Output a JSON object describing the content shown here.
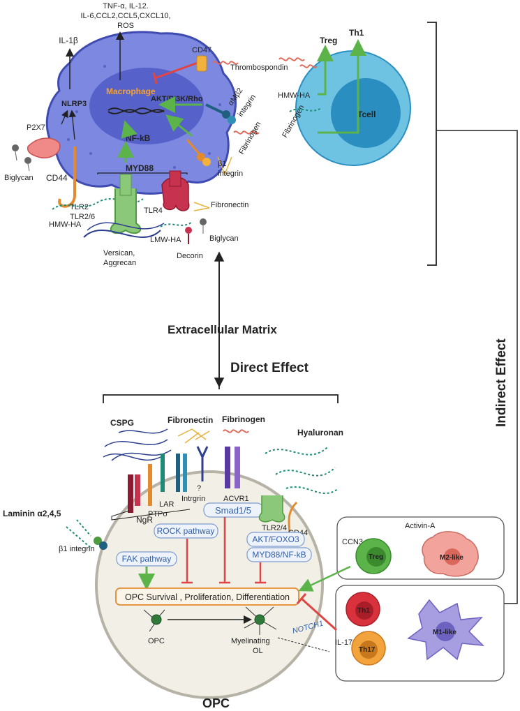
{
  "top": {
    "cytokines": [
      "TNF-α, IL-12.",
      "IL-6,CCL2,CCL5,CXCL10,",
      "ROS"
    ],
    "il1b": "IL-1β",
    "macrophage": "Macrophage",
    "nlrp3": "NLRP3",
    "akt": "AKT/PI3K/Rho",
    "nfkb": "NF-kB",
    "myd88": "MYD88",
    "p2x7": "P2X7",
    "biglycan_left": "Biglycan",
    "cd44": "CD44",
    "tlr2": "TLR2",
    "tlr26": "TLR2/6",
    "hmwha_left": "HMW-HA",
    "versican": [
      "Versican,",
      "Aggrecan"
    ],
    "tlr4": "TLR4",
    "lmwha": "LMW-HA",
    "decorin": "Decorin",
    "biglycan_right": "Biglycan",
    "fibronectin": "Fibronectin",
    "b1_integrin": [
      "β1",
      "integrin"
    ],
    "amb2_integrin": [
      "αMβ2",
      "integrin"
    ],
    "fibrinogen": "Fibrinogen",
    "cd47": "CD47",
    "thrombospondin": "Thrombospondin",
    "hmwha_right": "HMW-HA",
    "treg": "Treg",
    "th1": "Th1",
    "tcell": "Tcell"
  },
  "middle": {
    "ecm": "Extracellular Matrix",
    "direct": "Direct Effect",
    "indirect": "Indirect Effect"
  },
  "bottom": {
    "cspg": "CSPG",
    "fibronectin": "Fibronectin",
    "fibrinogen": "Fibrinogen",
    "hyaluronan": "Hyaluronan",
    "laminin": "Laminin α2,4,5",
    "b1_integrin": "β1 integrin",
    "ngr": "NgR",
    "lar": "LAR",
    "ptps": "PTPσ",
    "intrgrin": "Intrgrin",
    "question": "?",
    "acvr1": "ACVR1",
    "smad": "Smad1/5",
    "tlr24": "TLR2/4",
    "cd44": "CD44",
    "rock": "ROCK pathway",
    "fak": "FAK pathway",
    "akt": "AKT/FOXO3",
    "myd": "MYD88/NF-kB",
    "survival": "OPC Survival , Proliferation, Differentiation",
    "opc_small": "OPC",
    "myelin": [
      "Myelinating",
      "OL"
    ],
    "notch": "NOTCH1",
    "opc_title": "OPC"
  },
  "right_boxes": {
    "activin": "Activin-A",
    "ccn3": "CCN3",
    "treg": "Treg",
    "m2": "M2-like",
    "th1": "Th1",
    "il17": "IL-17",
    "th17": "Th17",
    "m1": "M1-like"
  },
  "colors": {
    "macrophage": "#7d89e0",
    "nucleus": "#5662c9",
    "tcell": "#6ec3e3",
    "tcell_nucleus": "#2a8fc0",
    "green_arrow": "#5bb34a",
    "red_inhibit": "#e04545",
    "opc_cell": "#f1efe6",
    "opc_label": "#2e5fa8",
    "pathway_orange": "#e38a2e"
  }
}
